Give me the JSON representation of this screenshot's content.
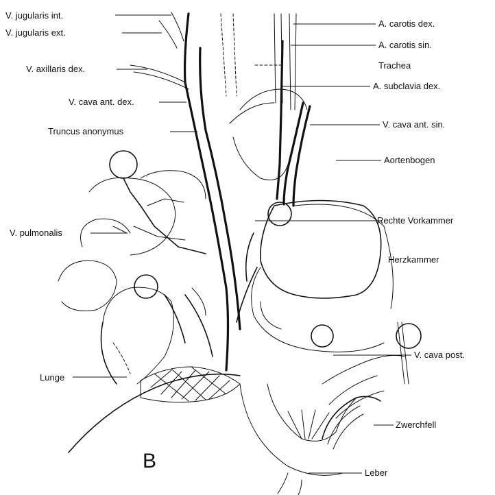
{
  "figure": {
    "panel_letter": "B"
  },
  "labels": {
    "left": [
      {
        "id": "v-jugularis-int",
        "text": "V. jugularis int."
      },
      {
        "id": "v-jugularis-ext",
        "text": "V. jugularis ext."
      },
      {
        "id": "v-axillaris-dex",
        "text": "V. axillaris dex."
      },
      {
        "id": "v-cava-ant-dex",
        "text": "V. cava ant. dex."
      },
      {
        "id": "truncus-anonymus",
        "text": "Truncus anonymus"
      },
      {
        "id": "v-pulmonalis",
        "text": "V. pulmonalis"
      },
      {
        "id": "lunge",
        "text": "Lunge"
      }
    ],
    "right": [
      {
        "id": "a-carotis-dex",
        "text": "A. carotis dex."
      },
      {
        "id": "a-carotis-sin",
        "text": "A. carotis sin."
      },
      {
        "id": "trachea",
        "text": "Trachea"
      },
      {
        "id": "a-subclavia-dex",
        "text": "A. subclavia dex."
      },
      {
        "id": "v-cava-ant-sin",
        "text": "V. cava ant. sin."
      },
      {
        "id": "aortenbogen",
        "text": "Aortenbogen"
      },
      {
        "id": "rechte-vorkammer",
        "text": "Rechte Vorkammer"
      },
      {
        "id": "herzkammer",
        "text": "Herzkammer"
      },
      {
        "id": "v-cava-post",
        "text": "V. cava post."
      },
      {
        "id": "zwerchfell",
        "text": "Zwerchfell"
      },
      {
        "id": "leber",
        "text": "Leber"
      }
    ]
  }
}
